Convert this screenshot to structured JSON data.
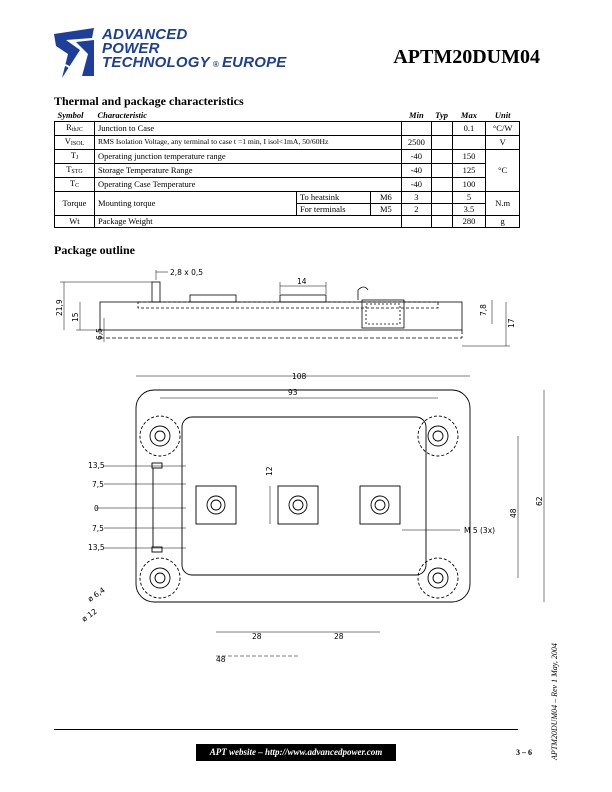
{
  "header": {
    "company_line1": "ADVANCED",
    "company_line2": "POWER",
    "company_line3a": "TECHNOLOGY",
    "company_reg": "®",
    "company_line3b": "EUROPE",
    "part_number": "APTM20DUM04"
  },
  "thermal": {
    "title": "Thermal and package characteristics",
    "columns": [
      "Symbol",
      "Characteristic",
      "Min",
      "Typ",
      "Max",
      "Unit"
    ],
    "rows": {
      "rthjc": {
        "sym": "R",
        "sub": "thJC",
        "char": "Junction to Case",
        "min": "",
        "typ": "",
        "max": "0.1",
        "unit": "°C/W"
      },
      "visol": {
        "sym": "V",
        "sub": "ISOL",
        "char": "RMS Isolation Voltage, any terminal to case t =1 min, I isol<1mA, 50/60Hz",
        "min": "2500",
        "typ": "",
        "max": "",
        "unit": "V"
      },
      "tj": {
        "sym": "T",
        "sub": "J",
        "char": "Operating junction temperature range",
        "min": "-40",
        "typ": "",
        "max": "150"
      },
      "tstg": {
        "sym": "T",
        "sub": "STG",
        "char": "Storage Temperature Range",
        "min": "-40",
        "typ": "",
        "max": "125",
        "unit": "°C"
      },
      "tc": {
        "sym": "T",
        "sub": "C",
        "char": "Operating Case Temperature",
        "min": "-40",
        "typ": "",
        "max": "100"
      },
      "torque1": {
        "sym": "Torque",
        "char": "Mounting torque",
        "cond": "To heatsink",
        "screw": "M6",
        "min": "3",
        "typ": "",
        "max": "5",
        "unit": "N.m"
      },
      "torque2": {
        "cond": "For terminals",
        "screw": "M5",
        "min": "2",
        "typ": "",
        "max": "3.5"
      },
      "wt": {
        "sym": "Wt",
        "char": "Package Weight",
        "min": "",
        "typ": "",
        "max": "280",
        "unit": "g"
      }
    }
  },
  "package": {
    "title": "Package outline",
    "side_view_dims": [
      "2,8 x 0,5",
      "14",
      "21,9",
      "15",
      "6,5",
      "7,8",
      "17"
    ],
    "top_view_dims": {
      "overall_length": "108",
      "hole_spacing": "93",
      "y_labels": [
        "13,5",
        "7,5",
        "0",
        "7,5",
        "13,5"
      ],
      "terminal_height": "12",
      "hole_span": "48",
      "overall_width": "62",
      "terminal_thread": "M 5 (3x)",
      "hole_dia": "ø 6,4",
      "boss_dia": "ø 12",
      "terminal_pitch_1": "28",
      "terminal_pitch_2": "28",
      "first_terminal": "48"
    }
  },
  "footer": {
    "side_text": "APTM20DUM04 – Rev 1    May, 2004",
    "website": "APT website – http://www.advancedpower.com",
    "page": "3 – 6"
  },
  "colors": {
    "brand_blue": "#1d3f9a",
    "ink": "#000000"
  },
  "icons": {
    "logo": "lightning-wave-logo"
  }
}
